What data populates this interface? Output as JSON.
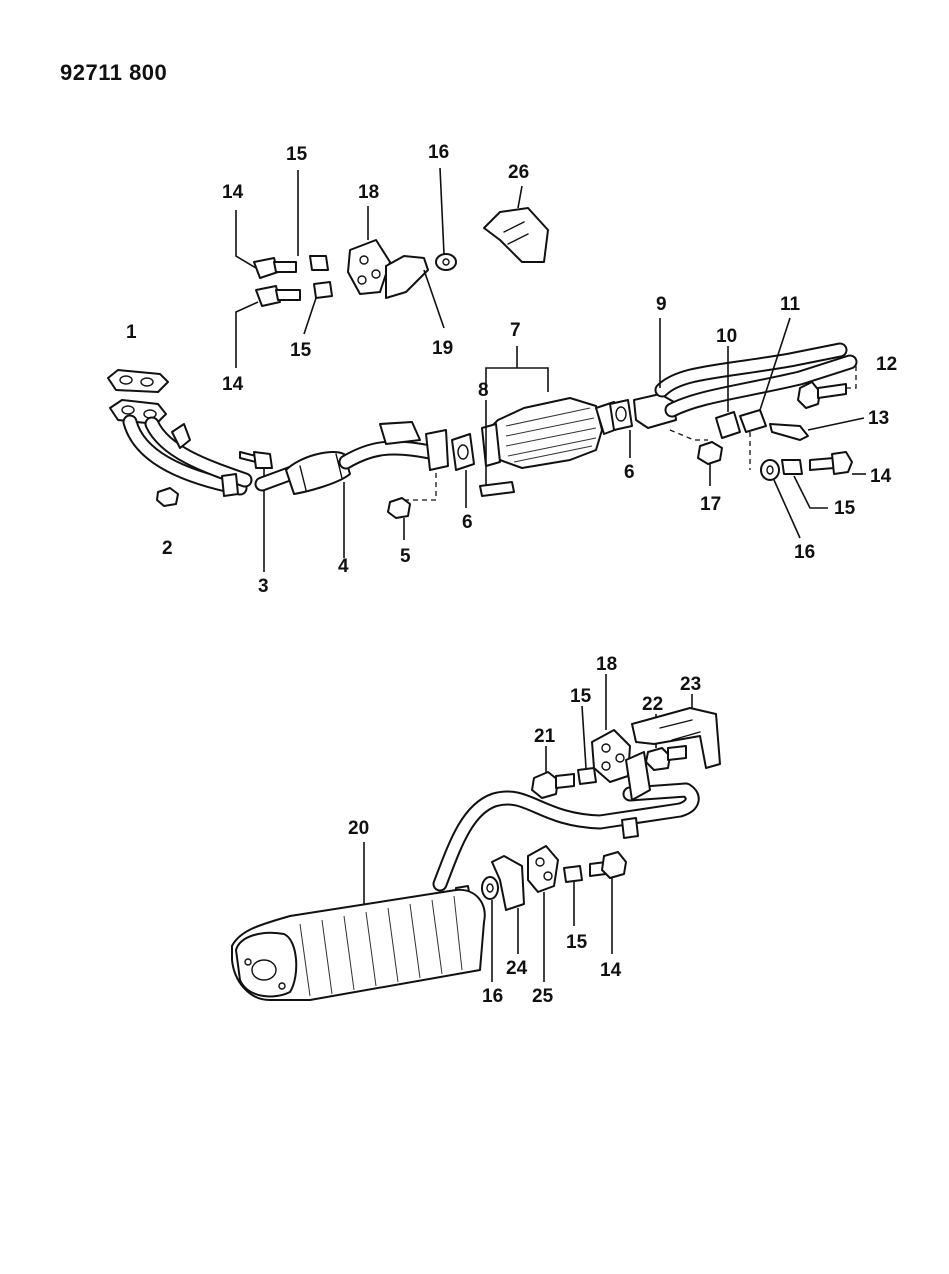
{
  "document": {
    "id_text": "92711 800"
  },
  "callouts": [
    {
      "key": "c1",
      "text": "1"
    },
    {
      "key": "c2",
      "text": "2"
    },
    {
      "key": "c3",
      "text": "3"
    },
    {
      "key": "c4",
      "text": "4"
    },
    {
      "key": "c5",
      "text": "5"
    },
    {
      "key": "c6a",
      "text": "6"
    },
    {
      "key": "c6b",
      "text": "6"
    },
    {
      "key": "c7",
      "text": "7"
    },
    {
      "key": "c8",
      "text": "8"
    },
    {
      "key": "c9",
      "text": "9"
    },
    {
      "key": "c10",
      "text": "10"
    },
    {
      "key": "c11",
      "text": "11"
    },
    {
      "key": "c12",
      "text": "12"
    },
    {
      "key": "c13",
      "text": "13"
    },
    {
      "key": "c14a",
      "text": "14"
    },
    {
      "key": "c14b",
      "text": "14"
    },
    {
      "key": "c14c",
      "text": "14"
    },
    {
      "key": "c14d",
      "text": "14"
    },
    {
      "key": "c15a",
      "text": "15"
    },
    {
      "key": "c15b",
      "text": "15"
    },
    {
      "key": "c15c",
      "text": "15"
    },
    {
      "key": "c15d",
      "text": "15"
    },
    {
      "key": "c15e",
      "text": "15"
    },
    {
      "key": "c16a",
      "text": "16"
    },
    {
      "key": "c16b",
      "text": "16"
    },
    {
      "key": "c16c",
      "text": "16"
    },
    {
      "key": "c17",
      "text": "17"
    },
    {
      "key": "c18a",
      "text": "18"
    },
    {
      "key": "c18b",
      "text": "18"
    },
    {
      "key": "c19",
      "text": "19"
    },
    {
      "key": "c20",
      "text": "20"
    },
    {
      "key": "c21",
      "text": "21"
    },
    {
      "key": "c22",
      "text": "22"
    },
    {
      "key": "c23",
      "text": "23"
    },
    {
      "key": "c24",
      "text": "24"
    },
    {
      "key": "c25",
      "text": "25"
    },
    {
      "key": "c26",
      "text": "26"
    }
  ]
}
